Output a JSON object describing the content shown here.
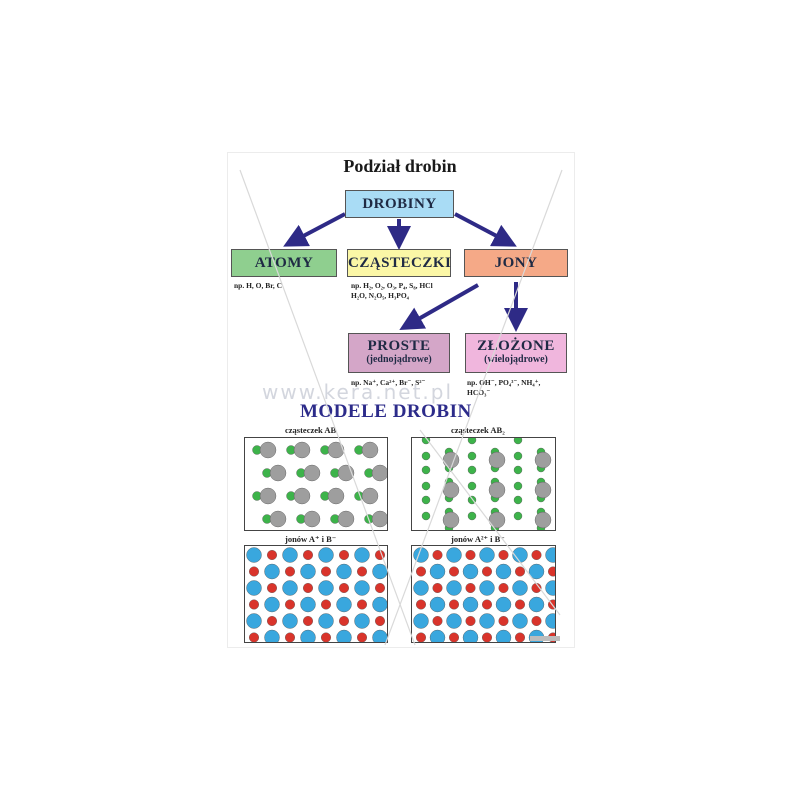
{
  "title": "Podział drobin",
  "boxes": {
    "drobiny": "DROBINY",
    "atomy": "ATOMY",
    "czasteczki": "CZĄSTECZKI",
    "jony": "JONY",
    "proste": "PROSTE",
    "proste_sub": "(jednojądrowe)",
    "zlozone": "ZŁOŻONE",
    "zlozone_sub": "(wielojądrowe)"
  },
  "examples": {
    "atomy": "np. H, O, Br, C",
    "czasteczki_1": "np. H₂, O₂, O₃, P₄, S₈, HCl",
    "czasteczki_2": "H₂O, N₂O₅, H₃PO₄",
    "proste": "np. Na⁺, Ca²⁺, Br⁻, S²⁻",
    "zlozone_1": "np. OH⁻, PO₄³⁻, NH₄⁺,",
    "zlozone_2": "HCO₃⁻"
  },
  "section_title": "MODELE DROBIN",
  "models": {
    "ab": "cząsteczek AB",
    "ab2": "cząsteczek AB₂",
    "ions1": "jonów A⁺ i B⁻",
    "ions2": "jonów A²⁺ i B⁻"
  },
  "watermark": "www.kera.net.pl",
  "colors": {
    "drobiny": "#a9dcf5",
    "atomy": "#8fcf8f",
    "czasteczki": "#fbf7a6",
    "jony": "#f5a987",
    "proste": "#d4a6c8",
    "zlozone": "#f0b6dd",
    "arrow": "#2e2a86",
    "section": "#2c2b8a",
    "atom_grey": "#9e9e9e",
    "atom_green": "#3db34a",
    "ion_blue": "#39a7de",
    "ion_red": "#d9342b"
  }
}
